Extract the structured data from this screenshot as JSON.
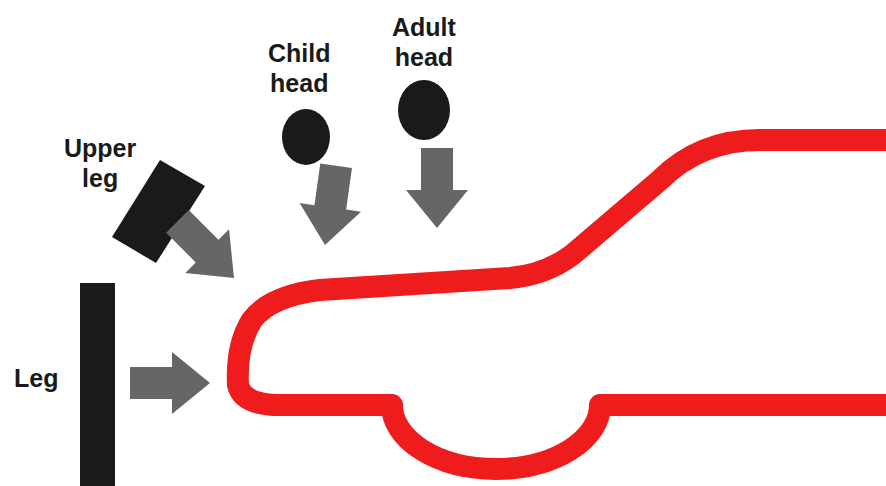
{
  "diagram": {
    "labels": [
      "Upper leg",
      "Child head",
      "Adult head",
      "Leg"
    ]
  }
}
